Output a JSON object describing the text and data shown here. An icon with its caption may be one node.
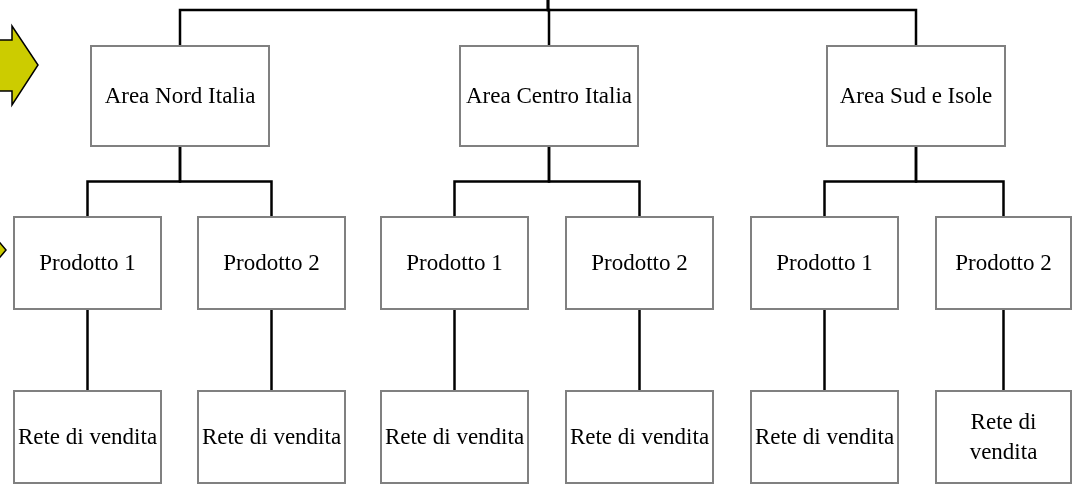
{
  "diagram": {
    "nodes": [
      {
        "text": [
          "Area Nord Italia"
        ]
      },
      {
        "text": [
          "Area Centro Italia"
        ]
      },
      {
        "text": [
          "Area Sud e Isole"
        ]
      },
      {
        "text": [
          "Prodotto 1"
        ]
      },
      {
        "text": [
          "Prodotto 2"
        ]
      },
      {
        "text": [
          "Prodotto 1"
        ]
      },
      {
        "text": [
          "Prodotto 2"
        ]
      },
      {
        "text": [
          "Prodotto 1"
        ]
      },
      {
        "text": [
          "Prodotto 2"
        ]
      },
      {
        "text": [
          "Rete di vendita"
        ]
      },
      {
        "text": [
          "Rete di vendita"
        ]
      },
      {
        "text": [
          "Rete di vendita"
        ]
      },
      {
        "text": [
          "Rete di vendita"
        ]
      },
      {
        "text": [
          "Rete di vendita"
        ]
      },
      {
        "text": [
          "Rete di vendita"
        ]
      }
    ],
    "edges": [
      {
        "from": null,
        "to": 0,
        "arrow": "none"
      },
      {
        "from": null,
        "to": 1,
        "arrow": "none"
      },
      {
        "from": null,
        "to": 2,
        "arrow": "none"
      },
      {
        "from": 0,
        "to": 3,
        "arrow": "none"
      },
      {
        "from": 0,
        "to": 4,
        "arrow": "none"
      },
      {
        "from": 1,
        "to": 5,
        "arrow": "none"
      },
      {
        "from": 1,
        "to": 6,
        "arrow": "none"
      },
      {
        "from": 2,
        "to": 7,
        "arrow": "none"
      },
      {
        "from": 2,
        "to": 8,
        "arrow": "none"
      },
      {
        "from": 3,
        "to": 9,
        "arrow": "none"
      },
      {
        "from": 4,
        "to": 10,
        "arrow": "none"
      },
      {
        "from": 5,
        "to": 11,
        "arrow": "none"
      },
      {
        "from": 6,
        "to": 12,
        "arrow": "none"
      },
      {
        "from": 7,
        "to": 13,
        "arrow": "none"
      },
      {
        "from": 8,
        "to": 14,
        "arrow": "none"
      }
    ]
  }
}
